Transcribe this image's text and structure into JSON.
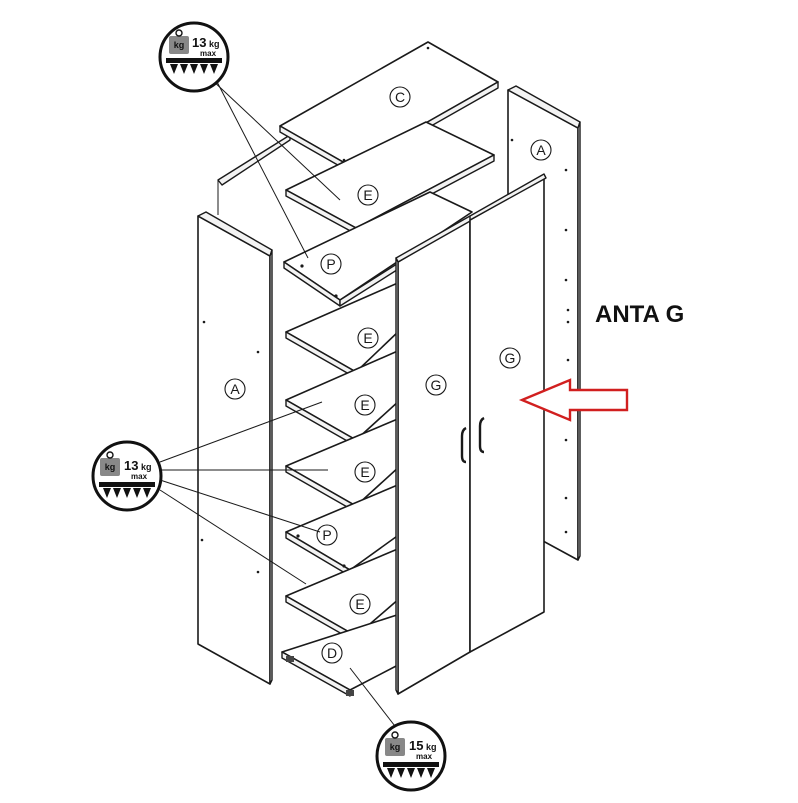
{
  "callout_title": "ANTA G",
  "part_labels": {
    "A": "A",
    "C": "C",
    "D": "D",
    "E": "E",
    "G": "G",
    "P": "P"
  },
  "load_badges": [
    {
      "id": "top",
      "icon": "weight-kg-icon",
      "kg_label": "kg",
      "value": "13",
      "unit": "kg",
      "suffix": "max"
    },
    {
      "id": "left",
      "icon": "weight-kg-icon",
      "kg_label": "kg",
      "value": "13",
      "unit": "kg",
      "suffix": "max"
    },
    {
      "id": "bottom",
      "icon": "weight-kg-icon",
      "kg_label": "kg",
      "value": "15",
      "unit": "kg",
      "suffix": "max"
    }
  ],
  "arrow": {
    "icon": "arrow-left-outline-icon",
    "color": "#d11f1f"
  }
}
